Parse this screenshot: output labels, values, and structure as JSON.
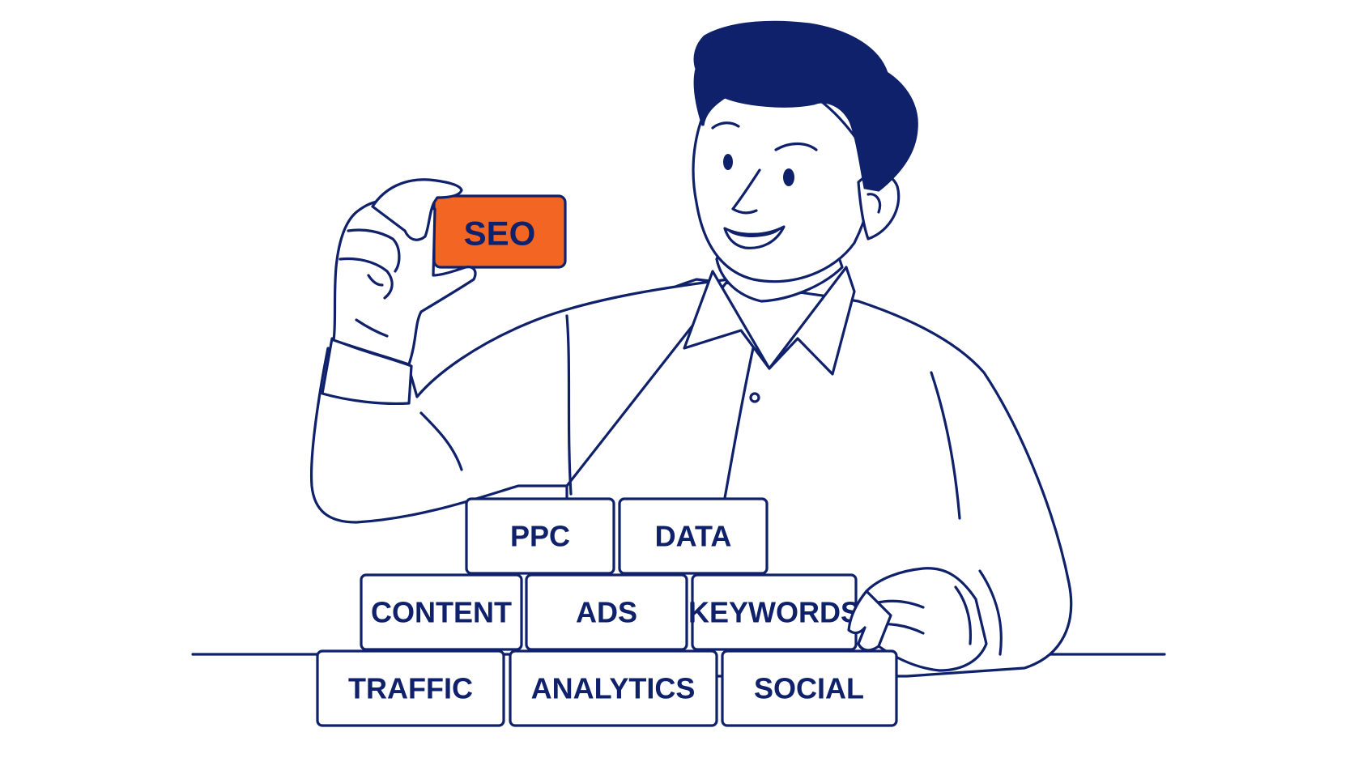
{
  "colors": {
    "ink": "#10216b",
    "accent": "#f26522",
    "background": "#ffffff"
  },
  "card": {
    "label": "SEO"
  },
  "blocks": {
    "top": [
      "PPC",
      "DATA"
    ],
    "middle": [
      "CONTENT",
      "ADS",
      "KEYWORDS"
    ],
    "bottom": [
      "TRAFFIC",
      "ANALYTICS",
      "SOCIAL"
    ]
  }
}
